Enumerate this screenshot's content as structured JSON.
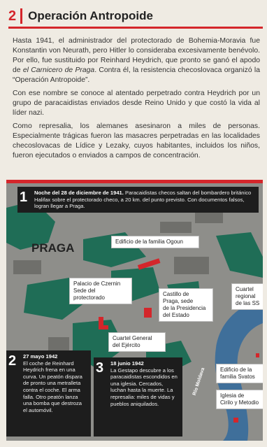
{
  "section": {
    "number": "2",
    "title": "Operación Antropoide"
  },
  "paragraphs": [
    {
      "before": "Hasta 1941, el administrador del protectorado de Bohemia-Moravia fue Konstantin von Neurath, pero Hitler lo consideraba excesivamente benévolo. Por ello, fue sustituido por Reinhard Heydrich, que pronto se ganó el apodo de ",
      "italic": "el Carnicero de Praga",
      "after": ". Contra él, la resistencia checoslovaca organizó la “Operación Antropoide”."
    },
    {
      "before": "Con ese nombre se conoce al atentado perpetrado contra Heydrich por un grupo de paracaidistas enviados desde Reino Unido y que costó la vida al líder nazi.",
      "italic": "",
      "after": ""
    },
    {
      "before": "Como represalia, los alemanes asesinaron a miles de personas. Especialmente trágicas fueron las masacres perpetradas en las localidades checoslovacas de Lídice y Lezaky, cuyos habitantes, incluidos los niños, fueron ejecutados o enviados a campos de concentración.",
      "italic": "",
      "after": ""
    }
  ],
  "map": {
    "city": "PRAGA",
    "river_label": "Río Moldava",
    "labels": {
      "ogoun": "Edificio de la familia Ogoun",
      "czernin": "Palacio de Czernin\nSede del protectorado",
      "castle": "Castillo de\nPraga, sede\nde la Presidencia\ndel Estado",
      "hq": "Cuartel General\ndel Ejército",
      "ss": "Cuartel\nregional\nde las SS",
      "svatos": "Edificio de la\nfamilia Svatos",
      "church": "Iglesia de\nCirilo y Metodio"
    },
    "stories": [
      {
        "num": "1",
        "date": "Noche del 28 de diciembre de 1941.",
        "text": " Paracaidistas checos saltan del bombardero británico Halifax sobre el protectorado checo, a 20 km. del punto previsto. Con documentos falsos, logran llegar a Praga."
      },
      {
        "num": "2",
        "date": "27 mayo 1942",
        "text": "El coche de Reinhard Heydrich frena en una curva. Un peatón dispara de pronto una metralleta contra el coche. El arma falla. Otro peatón lanza una bomba que destroza el automóvil."
      },
      {
        "num": "3",
        "date": "18 junio 1942",
        "text": "La Gestapo descubre a los paracaidistas escondidos en una iglesia. Cercados, luchan hasta la muerte. La represalia: miles de vidas y pueblos aniquilados."
      }
    ]
  },
  "colors": {
    "accent": "#d4262b",
    "park": "#1f6d56",
    "water": "#3f6f9a",
    "block": "#7d7d79"
  }
}
